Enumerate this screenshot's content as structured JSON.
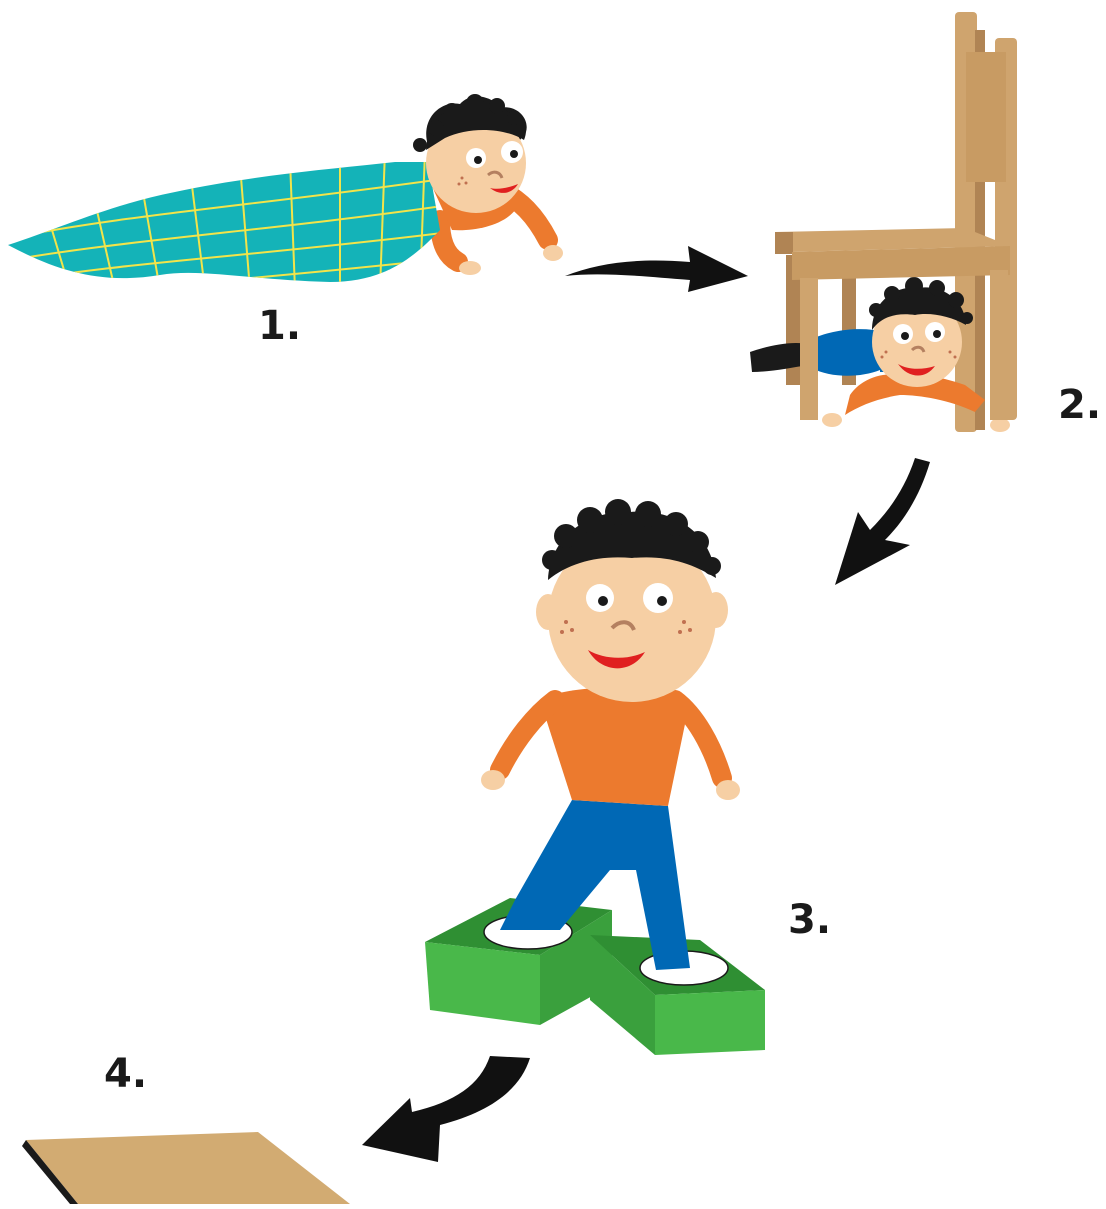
{
  "steps": [
    {
      "number": "1.",
      "scene": "crawl-under-blanket"
    },
    {
      "number": "2.",
      "scene": "crawl-under-chair"
    },
    {
      "number": "3.",
      "scene": "walk-on-stepping-blocks"
    },
    {
      "number": "4.",
      "scene": "board"
    }
  ],
  "colors": {
    "skin": "#F6CFA4",
    "hair": "#1A1A1A",
    "shirt": "#EC7A2E",
    "pants": "#0068B5",
    "blanket": "#14B3B8",
    "blanket_lines": "#F2E44A",
    "chair": "#CFA46E",
    "chair_shade": "#B08454",
    "blocks": "#49B84A",
    "blocks_shade": "#2F8F33",
    "board": "#D2AB72",
    "arrow": "#111111",
    "mouth": "#E02020"
  }
}
